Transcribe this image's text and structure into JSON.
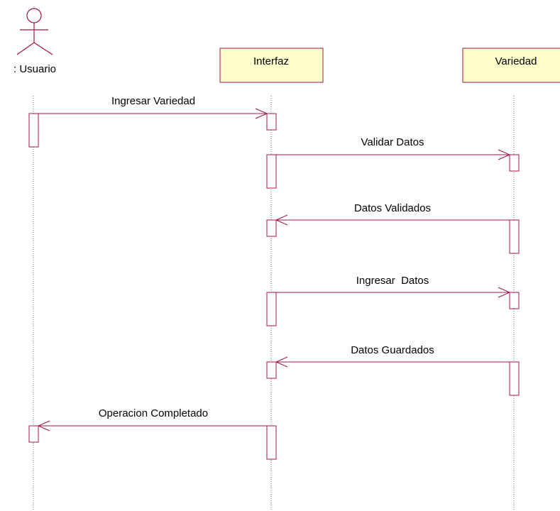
{
  "diagram": {
    "type": "sequence",
    "colors": {
      "line": "#a0154c",
      "object_fill": "#ffffcc",
      "lifeline": "#7a7a7a"
    },
    "participants": [
      {
        "id": "usuario",
        "label": ": Usuario",
        "kind": "actor"
      },
      {
        "id": "interfaz",
        "label": "Interfaz",
        "kind": "object"
      },
      {
        "id": "variedad",
        "label": "Variedad",
        "kind": "object"
      }
    ],
    "messages": [
      {
        "label": "Ingresar Variedad",
        "from": "usuario",
        "to": "interfaz"
      },
      {
        "label": "Validar Datos",
        "from": "interfaz",
        "to": "variedad"
      },
      {
        "label": "Datos Validados",
        "from": "variedad",
        "to": "interfaz"
      },
      {
        "label": "Ingresar  Datos",
        "from": "interfaz",
        "to": "variedad"
      },
      {
        "label": "Datos Guardados",
        "from": "variedad",
        "to": "interfaz"
      },
      {
        "label": "Operacion Completado",
        "from": "interfaz",
        "to": "usuario"
      }
    ]
  }
}
